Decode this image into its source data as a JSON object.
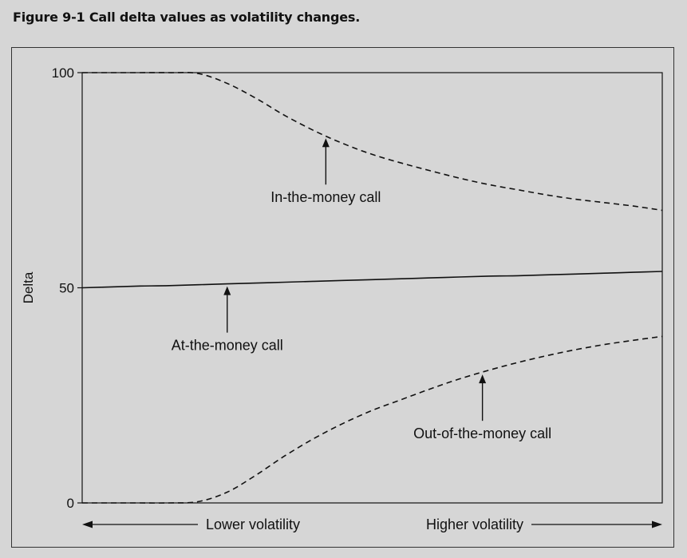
{
  "figure": {
    "title": "Figure 9-1  Call delta values as volatility changes."
  },
  "chart_data": {
    "type": "line",
    "title": "Figure 9-1  Call delta values as volatility changes.",
    "xlabel": "",
    "ylabel": "Delta",
    "ylim": [
      0,
      100
    ],
    "yticks": [
      0,
      50,
      100
    ],
    "grid": false,
    "x_axis_labels": {
      "left": "Lower volatility",
      "right": "Higher volatility"
    },
    "x": [
      0,
      0.05,
      0.1,
      0.15,
      0.2,
      0.25,
      0.3,
      0.35,
      0.4,
      0.45,
      0.5,
      0.55,
      0.6,
      0.65,
      0.7,
      0.75,
      0.8,
      0.85,
      0.9,
      0.95,
      1.0
    ],
    "series": [
      {
        "name": "In-the-money call",
        "style": "dashed",
        "values": [
          100,
          100,
          100,
          100,
          99.8,
          97.5,
          94,
          90,
          86.5,
          83.5,
          81,
          79,
          77.2,
          75.5,
          74,
          72.8,
          71.6,
          70.6,
          69.8,
          69,
          68
        ],
        "annotation_at": 0.42
      },
      {
        "name": "At-the-money call",
        "style": "solid",
        "values": [
          50,
          50.2,
          50.4,
          50.5,
          50.7,
          50.9,
          51.1,
          51.3,
          51.5,
          51.7,
          51.9,
          52.1,
          52.3,
          52.5,
          52.7,
          52.8,
          53,
          53.2,
          53.4,
          53.6,
          53.8
        ],
        "annotation_at": 0.25
      },
      {
        "name": "Out-of-the-money call",
        "style": "dashed",
        "values": [
          0,
          0,
          0,
          0,
          0.3,
          2.5,
          6.5,
          11,
          15,
          18.5,
          21.5,
          24,
          26.5,
          28.8,
          30.8,
          32.6,
          34.2,
          35.6,
          36.8,
          37.8,
          38.7
        ],
        "annotation_at": 0.69
      }
    ],
    "colors": {
      "line": "#111111",
      "frame": "#333333",
      "background": "#d6d6d6"
    }
  }
}
